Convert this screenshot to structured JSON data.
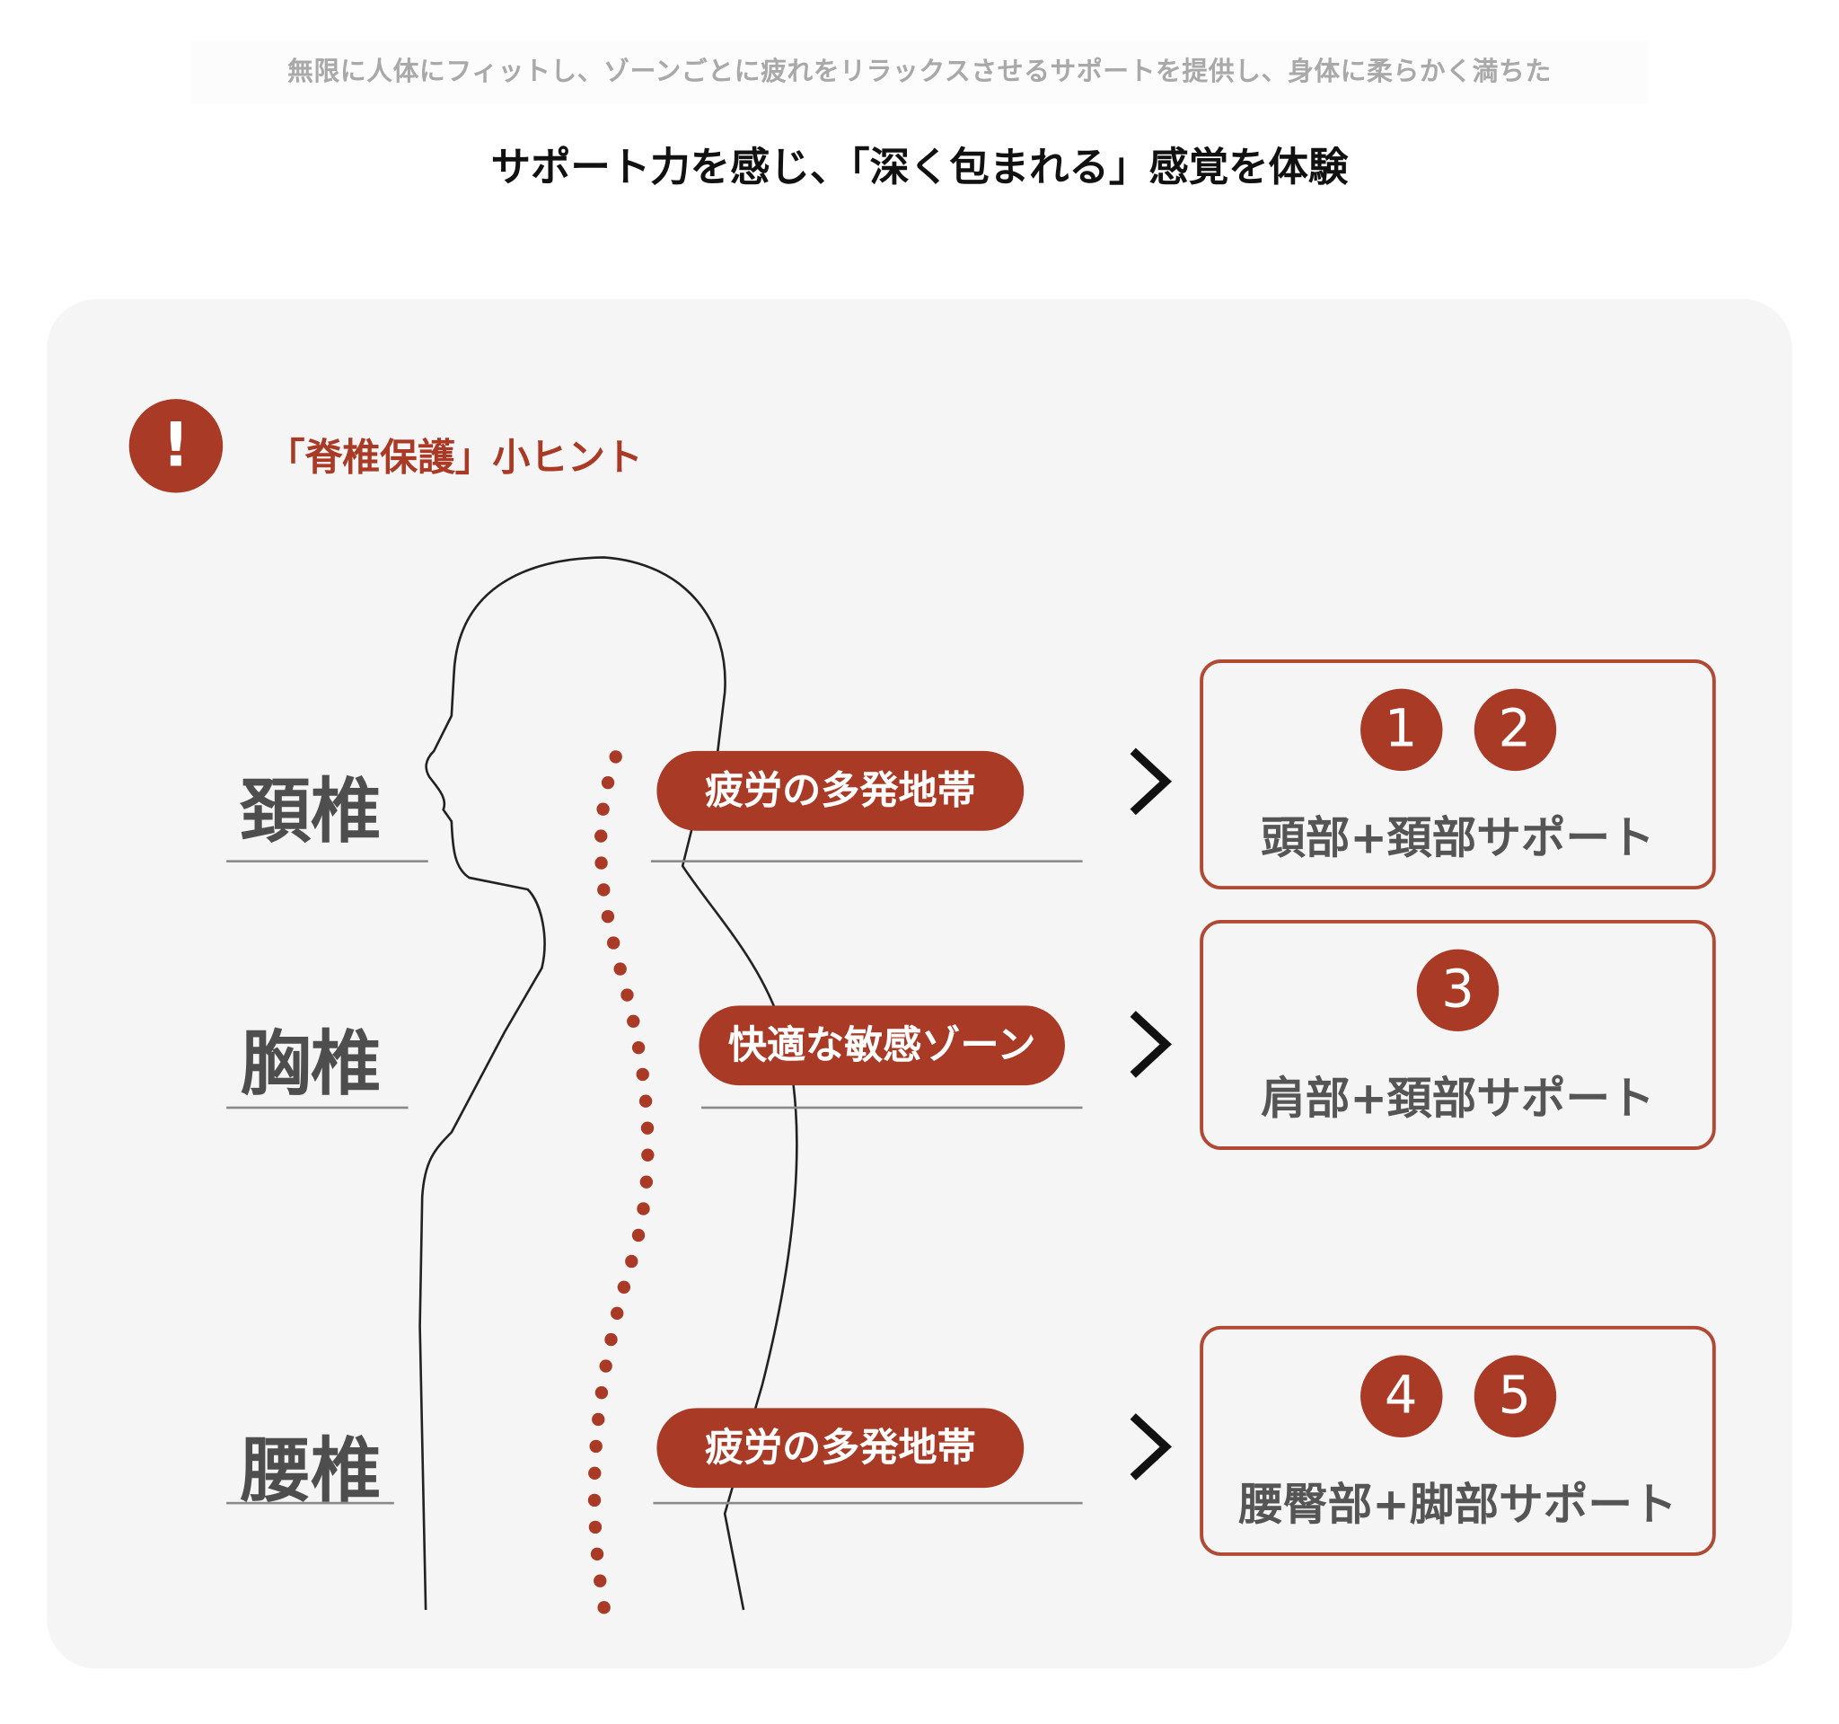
{
  "header": {
    "subtitle": "無限に人体にフィットし、ゾーンごとに疲れをリラックスさせるサポートを提供し、身体に柔らかく満ちた",
    "title": "サポート力を感じ、「深く包まれる」感覚を体験"
  },
  "card": {
    "alert_icon": "!",
    "hint_title": "「脊椎保護」小ヒント",
    "sections": [
      {
        "label": "頚椎",
        "pill": "疲労の多発地帯",
        "numbers": [
          "1",
          "2"
        ],
        "support": "頭部+頚部サポート"
      },
      {
        "label": "胸椎",
        "pill": "快適な敏感ゾーン",
        "numbers": [
          "3"
        ],
        "support": "肩部+頚部サポート"
      },
      {
        "label": "腰椎",
        "pill": "疲労の多発地帯",
        "numbers": [
          "4",
          "5"
        ],
        "support": "腰臀部+脚部サポート"
      }
    ]
  },
  "colors": {
    "accent": "#a93a26",
    "label": "#4e4e4e",
    "card_bg": "#f5f5f5"
  }
}
